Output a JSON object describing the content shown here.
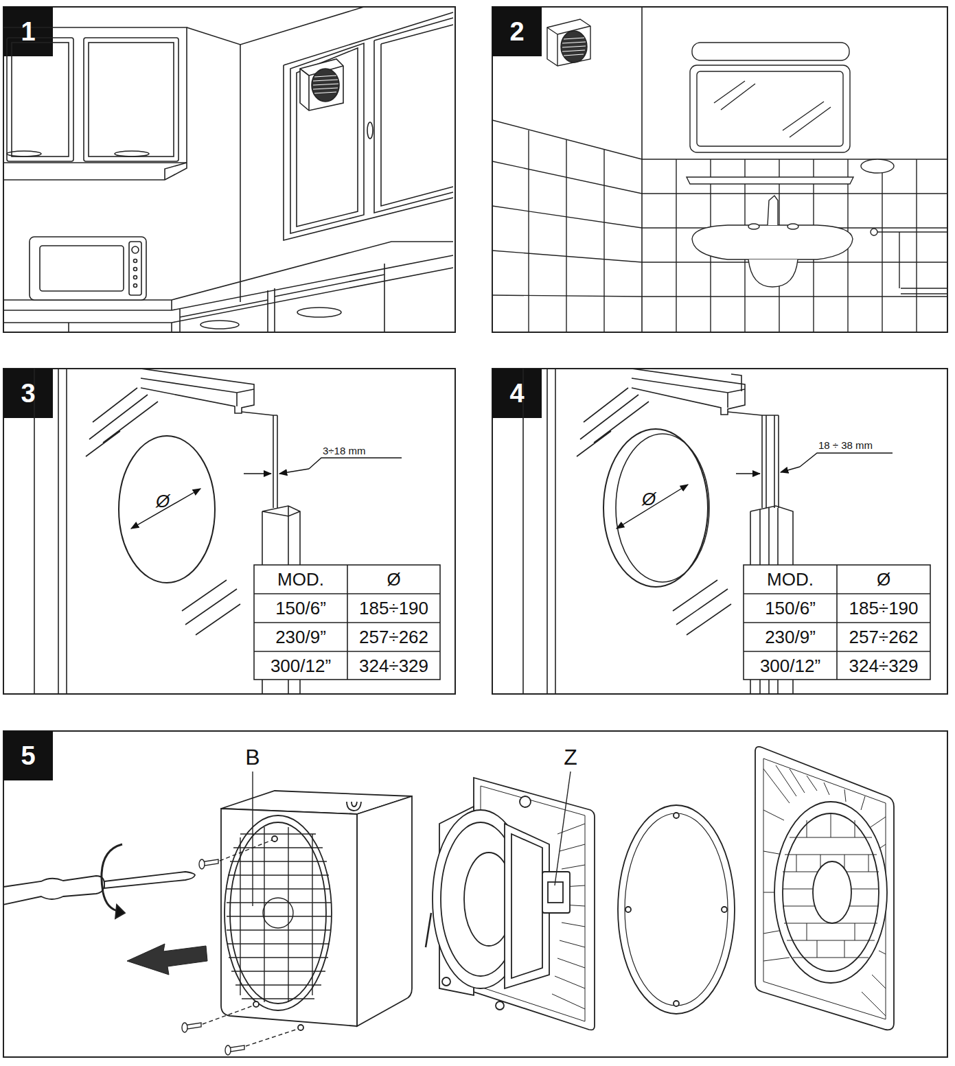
{
  "diagram": {
    "labels": [
      "1",
      "2",
      "3",
      "4",
      "5",
      "3÷18 mm",
      "Ø",
      "MOD.",
      "Ø",
      "150/6”",
      "185÷190",
      "230/9”",
      "257÷262",
      "300/12”",
      "324÷329",
      "18 ÷ 38 mm",
      "Ø",
      "MOD.",
      "Ø",
      "150/6”",
      "185÷190",
      "230/9”",
      "257÷262",
      "300/12”",
      "324÷329",
      "B",
      "Z"
    ]
  }
}
